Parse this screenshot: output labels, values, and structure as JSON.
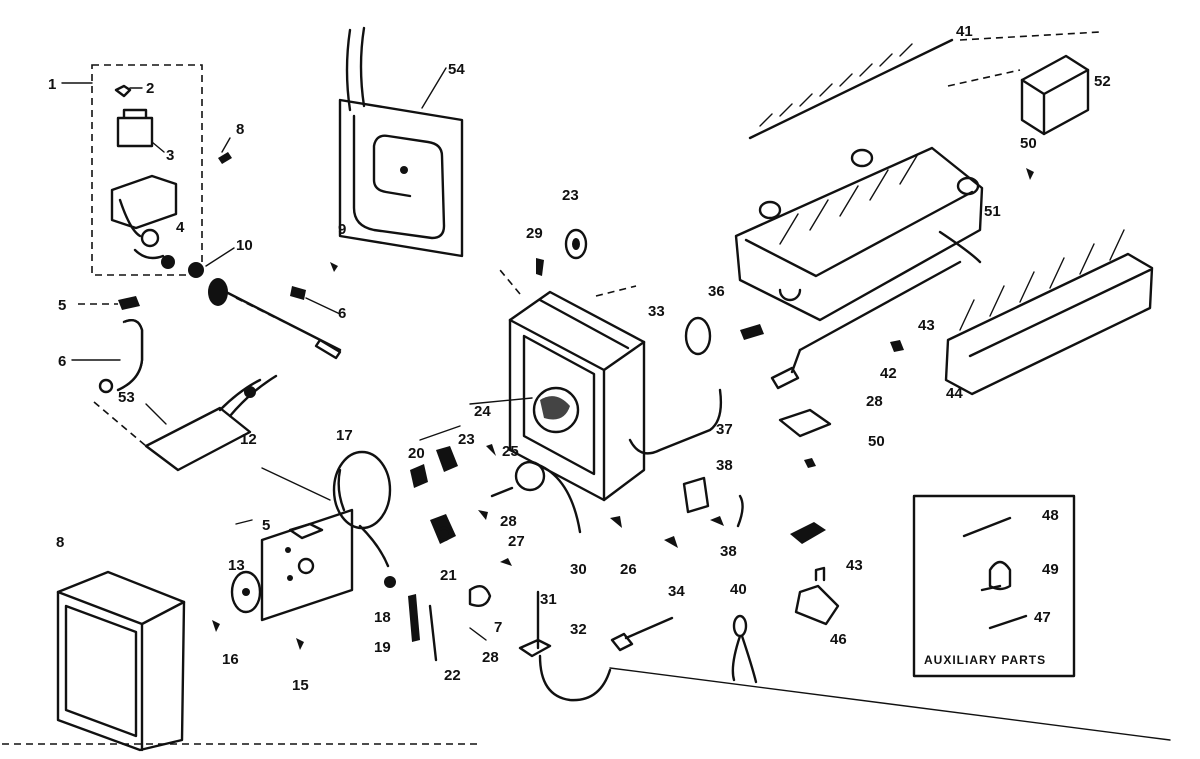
{
  "colors": {
    "ink": "#111111",
    "paper": "#ffffff"
  },
  "callouts": [
    {
      "id": "c1",
      "label": "1"
    },
    {
      "id": "c2",
      "label": "2"
    },
    {
      "id": "c3",
      "label": "3"
    },
    {
      "id": "c8",
      "label": "8"
    },
    {
      "id": "c4",
      "label": "4"
    },
    {
      "id": "c5a",
      "label": "5"
    },
    {
      "id": "c6",
      "label": "6"
    },
    {
      "id": "c10",
      "label": "10"
    },
    {
      "id": "c9",
      "label": "9"
    },
    {
      "id": "c6b",
      "label": "6"
    },
    {
      "id": "c54",
      "label": "54"
    },
    {
      "id": "c53",
      "label": "53"
    },
    {
      "id": "c12",
      "label": "12"
    },
    {
      "id": "c17",
      "label": "17"
    },
    {
      "id": "c5b",
      "label": "5"
    },
    {
      "id": "c13",
      "label": "13"
    },
    {
      "id": "c16",
      "label": "16"
    },
    {
      "id": "c15",
      "label": "15"
    },
    {
      "id": "c18",
      "label": "18"
    },
    {
      "id": "c19",
      "label": "19"
    },
    {
      "id": "c20",
      "label": "20"
    },
    {
      "id": "c23a",
      "label": "23"
    },
    {
      "id": "c24",
      "label": "24"
    },
    {
      "id": "c25",
      "label": "25"
    },
    {
      "id": "c21",
      "label": "21"
    },
    {
      "id": "c28a",
      "label": "28"
    },
    {
      "id": "c27",
      "label": "27"
    },
    {
      "id": "c7",
      "label": "7"
    },
    {
      "id": "c22",
      "label": "22"
    },
    {
      "id": "c28b",
      "label": "28"
    },
    {
      "id": "c30",
      "label": "30"
    },
    {
      "id": "c31",
      "label": "31"
    },
    {
      "id": "c32",
      "label": "32"
    },
    {
      "id": "c29",
      "label": "29"
    },
    {
      "id": "c23b",
      "label": "23"
    },
    {
      "id": "c33",
      "label": "33"
    },
    {
      "id": "c36",
      "label": "36"
    },
    {
      "id": "c37",
      "label": "37"
    },
    {
      "id": "c26",
      "label": "26"
    },
    {
      "id": "c38a",
      "label": "38"
    },
    {
      "id": "c38b",
      "label": "38"
    },
    {
      "id": "c34",
      "label": "34"
    },
    {
      "id": "c40",
      "label": "40"
    },
    {
      "id": "c41",
      "label": "41"
    },
    {
      "id": "c52",
      "label": "52"
    },
    {
      "id": "c50a",
      "label": "50"
    },
    {
      "id": "c51",
      "label": "51"
    },
    {
      "id": "c43a",
      "label": "43"
    },
    {
      "id": "c42",
      "label": "42"
    },
    {
      "id": "c44",
      "label": "44"
    },
    {
      "id": "c28c",
      "label": "28"
    },
    {
      "id": "c50b",
      "label": "50"
    },
    {
      "id": "c43b",
      "label": "43"
    },
    {
      "id": "c46",
      "label": "46"
    },
    {
      "id": "c48",
      "label": "48"
    },
    {
      "id": "c49",
      "label": "49"
    },
    {
      "id": "c47",
      "label": "47"
    },
    {
      "id": "c8b",
      "label": "8"
    }
  ],
  "auxiliary_box": {
    "title": "AUXILIARY PARTS"
  }
}
